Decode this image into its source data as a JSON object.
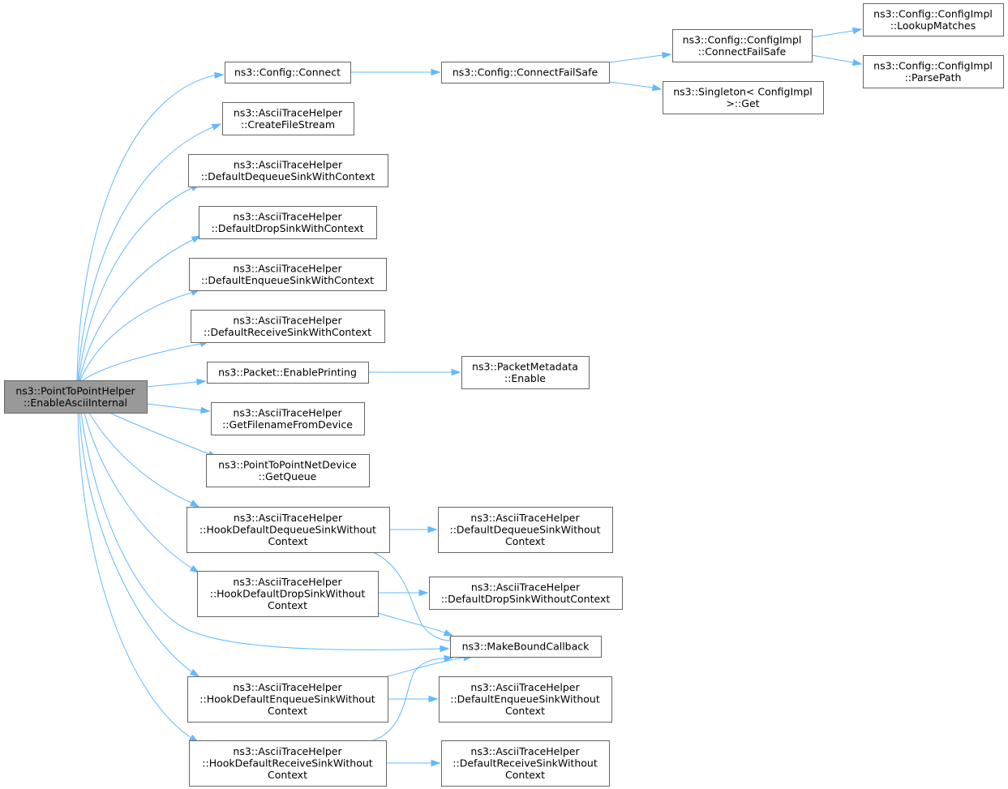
{
  "graph": {
    "colors": {
      "edge": "#63b8ff",
      "node_border": "#666666",
      "root_fill": "#999999",
      "node_fill": "#ffffff"
    },
    "nodes": [
      {
        "id": "root",
        "lines": [
          "ns3::PointToPointHelper",
          "::EnableAsciiInternal"
        ],
        "root": true
      },
      {
        "id": "config_connect",
        "lines": [
          "ns3::Config::Connect"
        ]
      },
      {
        "id": "create_file_stream",
        "lines": [
          "ns3::AsciiTraceHelper",
          "::CreateFileStream"
        ]
      },
      {
        "id": "default_dequeue_ctx",
        "lines": [
          "ns3::AsciiTraceHelper",
          "::DefaultDequeueSinkWithContext"
        ]
      },
      {
        "id": "default_drop_ctx",
        "lines": [
          "ns3::AsciiTraceHelper",
          "::DefaultDropSinkWithContext"
        ]
      },
      {
        "id": "default_enqueue_ctx",
        "lines": [
          "ns3::AsciiTraceHelper",
          "::DefaultEnqueueSinkWithContext"
        ]
      },
      {
        "id": "default_receive_ctx",
        "lines": [
          "ns3::AsciiTraceHelper",
          "::DefaultReceiveSinkWithContext"
        ]
      },
      {
        "id": "packet_enable_printing",
        "lines": [
          "ns3::Packet::EnablePrinting"
        ]
      },
      {
        "id": "get_filename",
        "lines": [
          "ns3::AsciiTraceHelper",
          "::GetFilenameFromDevice"
        ]
      },
      {
        "id": "get_queue",
        "lines": [
          "ns3::PointToPointNetDevice",
          "::GetQueue"
        ]
      },
      {
        "id": "hook_dequeue",
        "lines": [
          "ns3::AsciiTraceHelper",
          "::HookDefaultDequeueSinkWithout",
          "Context"
        ]
      },
      {
        "id": "hook_drop",
        "lines": [
          "ns3::AsciiTraceHelper",
          "::HookDefaultDropSinkWithout",
          "Context"
        ]
      },
      {
        "id": "hook_enqueue",
        "lines": [
          "ns3::AsciiTraceHelper",
          "::HookDefaultEnqueueSinkWithout",
          "Context"
        ]
      },
      {
        "id": "hook_receive",
        "lines": [
          "ns3::AsciiTraceHelper",
          "::HookDefaultReceiveSinkWithout",
          "Context"
        ]
      },
      {
        "id": "connect_fail_safe",
        "lines": [
          "ns3::Config::ConnectFailSafe"
        ]
      },
      {
        "id": "packet_metadata_enable",
        "lines": [
          "ns3::PacketMetadata",
          "::Enable"
        ]
      },
      {
        "id": "default_dequeue_noctx",
        "lines": [
          "ns3::AsciiTraceHelper",
          "::DefaultDequeueSinkWithout",
          "Context"
        ]
      },
      {
        "id": "default_drop_noctx",
        "lines": [
          "ns3::AsciiTraceHelper",
          "::DefaultDropSinkWithoutContext"
        ]
      },
      {
        "id": "make_bound_callback",
        "lines": [
          "ns3::MakeBoundCallback"
        ]
      },
      {
        "id": "default_enqueue_noctx",
        "lines": [
          "ns3::AsciiTraceHelper",
          "::DefaultEnqueueSinkWithout",
          "Context"
        ]
      },
      {
        "id": "default_receive_noctx",
        "lines": [
          "ns3::AsciiTraceHelper",
          "::DefaultReceiveSinkWithout",
          "Context"
        ]
      },
      {
        "id": "configimpl_connect_fail_safe",
        "lines": [
          "ns3::Config::ConfigImpl",
          "::ConnectFailSafe"
        ]
      },
      {
        "id": "singleton_get",
        "lines": [
          "ns3::Singleton< ConfigImpl",
          ">::Get"
        ]
      },
      {
        "id": "configimpl_lookup_matches",
        "lines": [
          "ns3::Config::ConfigImpl",
          "::LookupMatches"
        ]
      },
      {
        "id": "configimpl_parse_path",
        "lines": [
          "ns3::Config::ConfigImpl",
          "::ParsePath"
        ]
      }
    ]
  }
}
